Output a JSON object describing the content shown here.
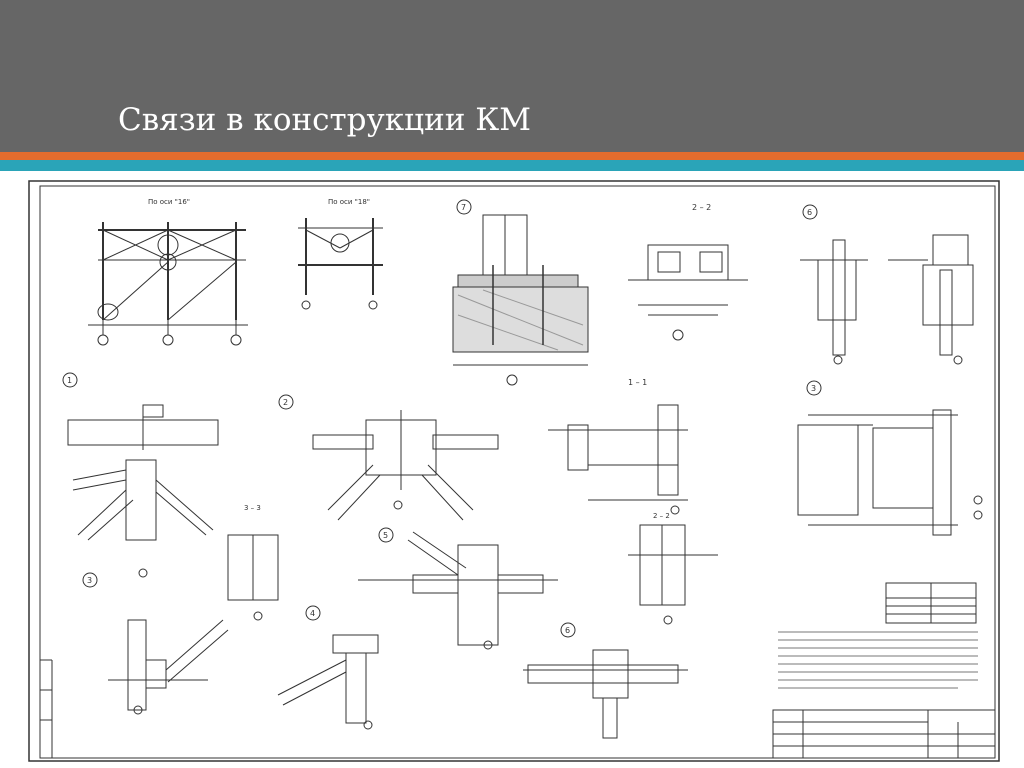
{
  "slide": {
    "title": "Связи в конструкции КМ",
    "colors": {
      "title_bar": "#666666",
      "title_text": "#ffffff",
      "stripe_orange": "#e36c2d",
      "stripe_teal": "#2aa4b8",
      "line": "#333333"
    }
  },
  "drawing": {
    "image": "steel-structure-bracing-node-drawing",
    "callouts": {
      "n1": "1",
      "n2": "2",
      "n3": "3",
      "n4": "4",
      "n5": "5",
      "n6": "6",
      "n7": "7"
    },
    "sections": {
      "s11": "1 – 1",
      "s22a": "2 – 2",
      "s22b": "2 – 2",
      "s33": "3 – 3"
    },
    "axes": {
      "a16": "По оси \"16\"",
      "a18": "По оси \"18\""
    }
  }
}
